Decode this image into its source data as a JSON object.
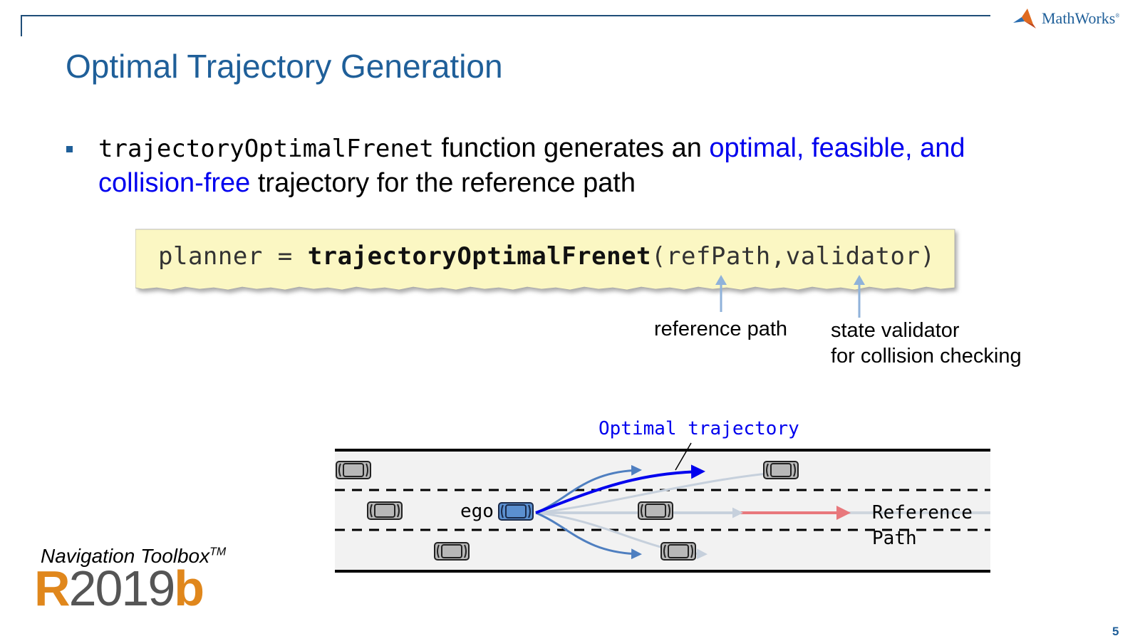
{
  "header": {
    "logo_text": "MathWorks",
    "logo_mark": "®"
  },
  "slide": {
    "title": "Optimal Trajectory Generation",
    "bullet": {
      "code_fn": "trajectoryOptimalFrenet",
      "text1": " function generates an ",
      "highlight1": "optimal, feasible, and",
      "highlight2": "collision-free",
      "text2": " trajectory for the reference path"
    },
    "code": {
      "prefix": "planner = ",
      "fn": "trajectoryOptimalFrenet",
      "args": "(refPath,validator)"
    },
    "captions": {
      "ref_path": "reference path",
      "validator_line1": "state validator",
      "validator_line2": "for collision checking"
    },
    "diagram": {
      "optimal_label": "Optimal trajectory",
      "ego_label": "ego",
      "reference_line1": "Reference",
      "reference_line2": "Path"
    },
    "footer": {
      "toolbox": "Navigation Toolbox",
      "toolbox_tm": "TM",
      "release_r": "R",
      "release_year": "2019",
      "release_b": "b",
      "page_number": "5"
    }
  },
  "colors": {
    "title_blue": "#1f5f99",
    "highlight_blue": "#0000ee",
    "code_bg": "#fbf7c3",
    "release_orange": "#e0871c",
    "reference_arrow": "#e8787c",
    "ego_car": "#5b8fcf"
  }
}
